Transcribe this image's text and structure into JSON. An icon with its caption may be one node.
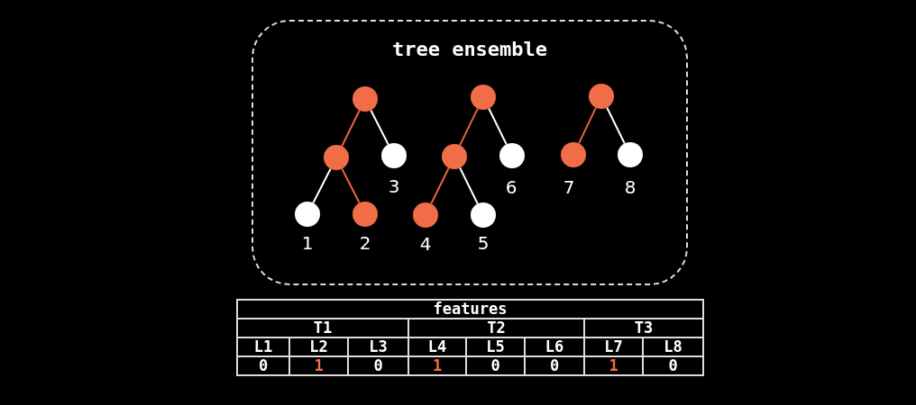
{
  "diagram": {
    "nodes": [
      {
        "text": [
          "tree ensemble"
        ]
      },
      {
        "text": [],
        "shape": "circle",
        "in": 0
      },
      {
        "text": [],
        "shape": "circle",
        "in": 0
      },
      {
        "text": [],
        "shape": "circle",
        "in": 0,
        "beside": [
          "3"
        ]
      },
      {
        "text": [],
        "shape": "circle",
        "in": 0,
        "beside": [
          "1"
        ]
      },
      {
        "text": [],
        "shape": "circle",
        "in": 0,
        "beside": [
          "2"
        ]
      },
      {
        "text": [],
        "shape": "circle",
        "in": 0
      },
      {
        "text": [],
        "shape": "circle",
        "in": 0
      },
      {
        "text": [],
        "shape": "circle",
        "in": 0,
        "beside": [
          "6"
        ]
      },
      {
        "text": [],
        "shape": "circle",
        "in": 0,
        "beside": [
          "4"
        ]
      },
      {
        "text": [],
        "shape": "circle",
        "in": 0,
        "beside": [
          "5"
        ]
      },
      {
        "text": [],
        "shape": "circle",
        "in": 0
      },
      {
        "text": [],
        "shape": "circle",
        "in": 0,
        "beside": [
          "7"
        ]
      },
      {
        "text": [],
        "shape": "circle",
        "in": 0,
        "beside": [
          "8"
        ]
      }
    ],
    "edges": [
      {
        "from": 1,
        "to": 2,
        "arrow": "none",
        "color": "#e8653f"
      },
      {
        "from": 1,
        "to": 3,
        "arrow": "none",
        "color": "#ffffff"
      },
      {
        "from": 2,
        "to": 4,
        "arrow": "none",
        "color": "#ffffff"
      },
      {
        "from": 2,
        "to": 5,
        "arrow": "none",
        "color": "#e8653f"
      },
      {
        "from": 6,
        "to": 7,
        "arrow": "none",
        "color": "#e8653f"
      },
      {
        "from": 6,
        "to": 8,
        "arrow": "none",
        "color": "#ffffff"
      },
      {
        "from": 7,
        "to": 9,
        "arrow": "none",
        "color": "#e8653f"
      },
      {
        "from": 7,
        "to": 10,
        "arrow": "none",
        "color": "#ffffff"
      },
      {
        "from": 11,
        "to": 12,
        "arrow": "none",
        "color": "#e8653f"
      },
      {
        "from": 11,
        "to": 13,
        "arrow": "none",
        "color": "#ffffff"
      }
    ],
    "labels": [
      "features",
      "T1",
      "T2",
      "T3",
      "L1",
      "L2",
      "L3",
      "L4",
      "L5",
      "L6",
      "L7",
      "L8",
      "0",
      "1",
      "0",
      "1",
      "0",
      "0",
      "1",
      "0"
    ]
  }
}
